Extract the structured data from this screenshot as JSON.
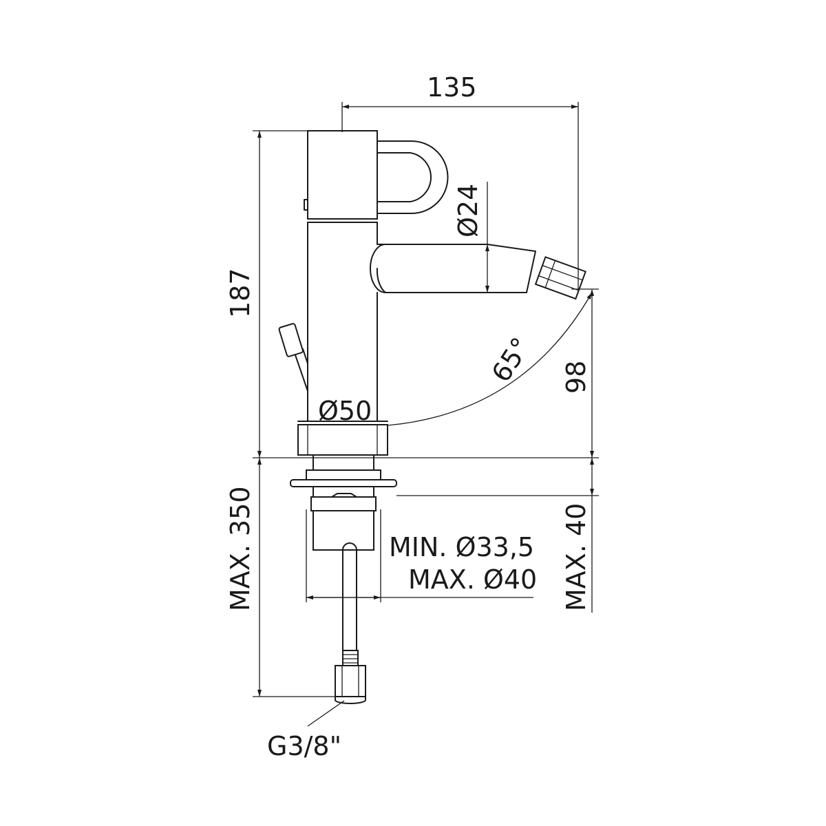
{
  "dimensions": {
    "width_top": "135",
    "height_total": "187",
    "spout_diameter": "Ø24",
    "angle": "65°",
    "spout_height": "98",
    "base_diameter": "Ø50",
    "max_length": "MAX. 350",
    "hole_min": "MIN. Ø33,5",
    "hole_max": "MAX. Ø40",
    "max_thickness": "MAX. 40",
    "connection": "G3/8\""
  }
}
